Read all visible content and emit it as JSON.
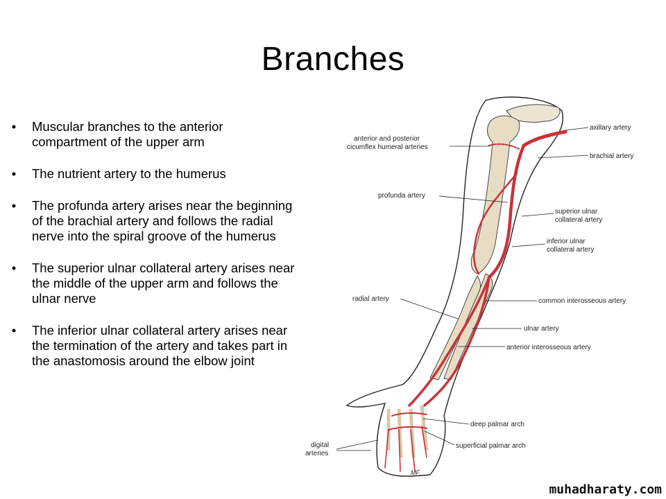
{
  "slide": {
    "title": "Branches",
    "bullets": [
      "Muscular branches to the anterior compartment of the upper arm",
      "The nutrient artery to the humerus",
      "The profunda artery arises near the beginning of the brachial artery and follows the radial nerve into the spiral groove of the humerus",
      "The superior ulnar collateral artery arises near the middle of the upper arm and follows the ulnar nerve",
      "The inferior ulnar collateral artery arises near the termination of the artery and takes part in the anastomosis around the elbow joint"
    ]
  },
  "diagram": {
    "labels": {
      "circumflex_l1": "anterior and posterior",
      "circumflex_l2": "cicumflex humeral arteries",
      "axillary": "axillary artery",
      "brachial": "brachial artery",
      "profunda": "profunda artery",
      "sup_ulnar_l1": "superior ulnar",
      "sup_ulnar_l2": "collateral artery",
      "inf_ulnar_l1": "inferior ulnar",
      "inf_ulnar_l2": "collateral artery",
      "radial": "radial artery",
      "common_interosseous": "common interosseous artery",
      "ulnar": "ulnar artery",
      "anterior_interosseous": "anterior interosseous artery",
      "deep_palmar": "deep palmar arch",
      "superficial_palmar": "superficial palmar arch",
      "digital_l1": "digital",
      "digital_l2": "arteries",
      "signature": "MF"
    },
    "colors": {
      "artery": "#c8323a",
      "bone": "#e8dcc4",
      "outline": "#222222"
    }
  },
  "watermark": "muhadharaty.com"
}
